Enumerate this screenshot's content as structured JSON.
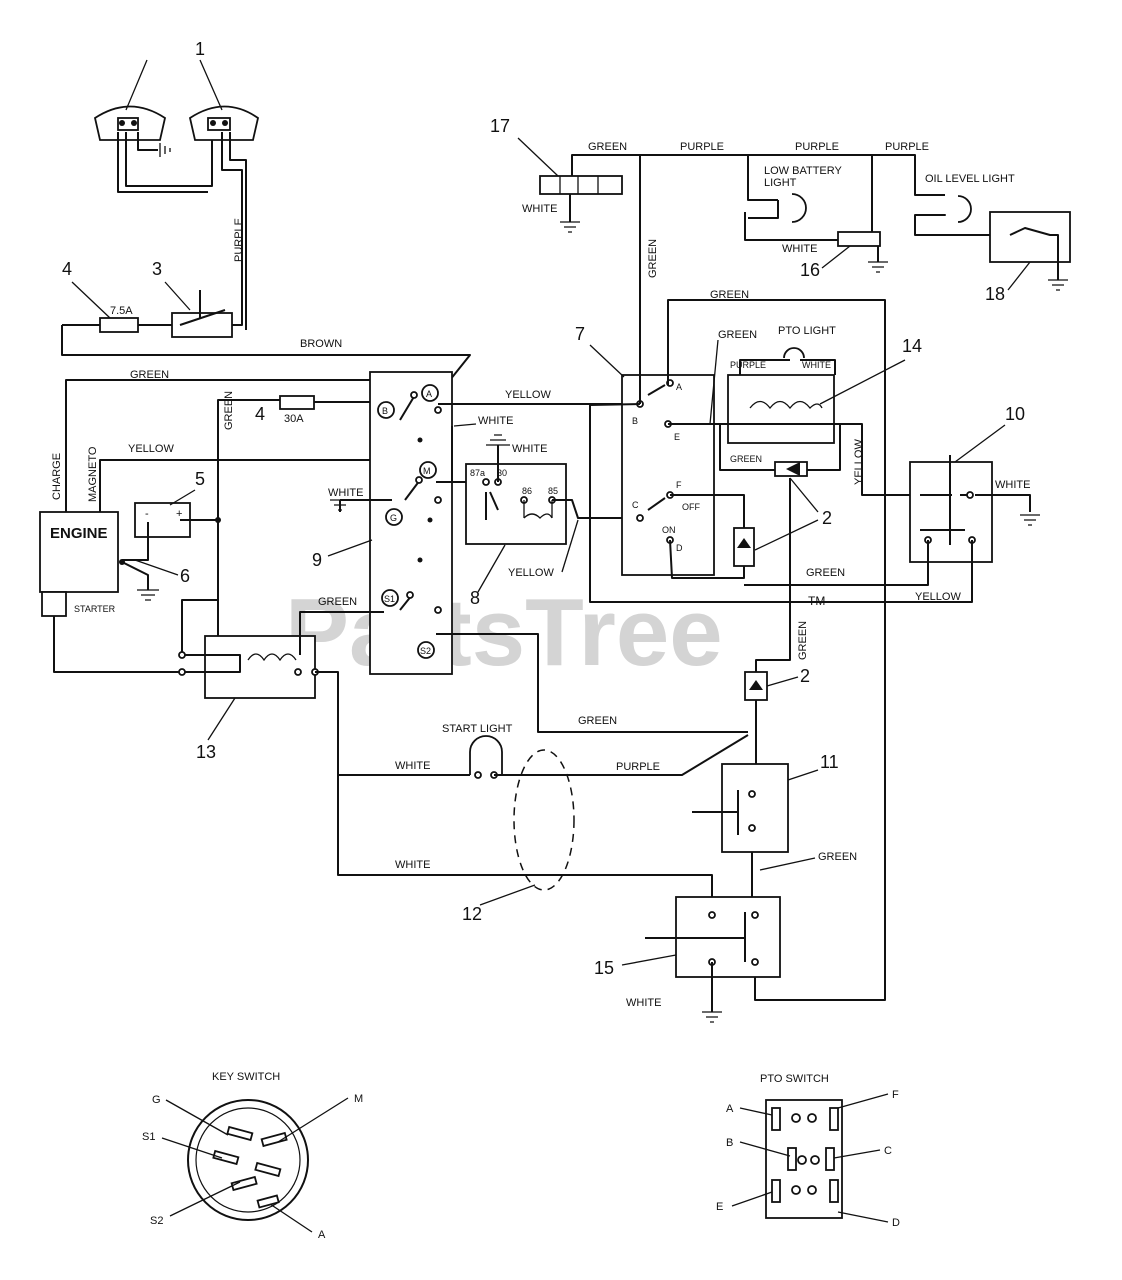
{
  "watermark": "PartsTree",
  "watermark_mark": "TM",
  "callouts": [
    "1",
    "2",
    "3",
    "4",
    "5",
    "6",
    "7",
    "8",
    "9",
    "10",
    "11",
    "12",
    "13",
    "14",
    "15",
    "16",
    "17",
    "18"
  ],
  "wires": {
    "green": "GREEN",
    "purple": "PURPLE",
    "white": "WHITE",
    "yellow": "YELLOW",
    "brown": "BROWN",
    "charge": "CHARGE",
    "magneto": "MAGNETO"
  },
  "components": {
    "engine": "ENGINE",
    "starter": "STARTER",
    "low_battery_light": [
      "LOW BATTERY",
      "LIGHT"
    ],
    "oil_level_light": "OIL LEVEL LIGHT",
    "pto_light": "PTO LIGHT",
    "start_light": "START LIGHT",
    "fuse_small": "7.5A",
    "fuse_large": "30A"
  },
  "terminals": {
    "key": [
      "A",
      "B",
      "M",
      "G",
      "S1",
      "S2"
    ],
    "pto": [
      "A",
      "B",
      "E",
      "C",
      "F",
      "D"
    ],
    "pto_states": {
      "off": "OFF",
      "on": "ON"
    },
    "relay": [
      "87a",
      "30",
      "86",
      "85"
    ],
    "battery": [
      "-",
      "+"
    ]
  },
  "key_switch": {
    "title": "KEY SWITCH",
    "labels": {
      "g": "G",
      "m": "M",
      "s1": "S1",
      "s2": "S2",
      "a": "A"
    }
  },
  "pto_switch": {
    "title": "PTO SWITCH",
    "labels": {
      "a": "A",
      "b": "B",
      "e": "E",
      "f": "F",
      "c": "C",
      "d": "D"
    }
  }
}
